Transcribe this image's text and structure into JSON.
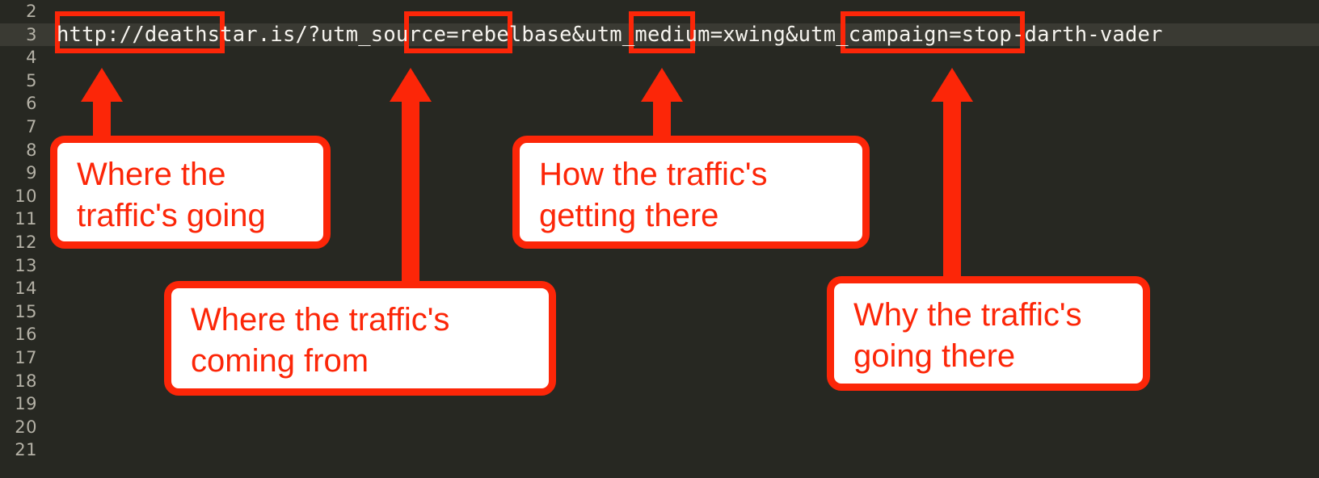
{
  "editor": {
    "theme_background": "#272822",
    "active_line_background": "#3a3a33",
    "accent_color": "#fc2608",
    "text_color": "#f6f4ef",
    "gutter_text_color": "#b4b1a6",
    "line_numbers": [
      "2",
      "3",
      "4",
      "5",
      "6",
      "7",
      "8",
      "9",
      "10",
      "11",
      "12",
      "13",
      "14",
      "15",
      "16",
      "17",
      "18",
      "19",
      "20",
      "21"
    ],
    "active_line_number": "3",
    "code": {
      "full_url": "http://deathstar.is/?utm_source=rebelbase&utm_medium=xwing&utm_campaign=stop-darth-vader",
      "segments": [
        {
          "name": "base-url",
          "text": "http://deathstar.is",
          "highlighted": true
        },
        {
          "name": "query-start",
          "text": "/?utm_source=",
          "highlighted": false
        },
        {
          "name": "utm-source-value",
          "text": "rebelbase",
          "highlighted": true
        },
        {
          "name": "utm-medium-key",
          "text": "&utm_medium=",
          "highlighted": false
        },
        {
          "name": "utm-medium-value",
          "text": "xwing",
          "highlighted": true
        },
        {
          "name": "utm-campaign-key",
          "text": "&utm_campaign=",
          "highlighted": false
        },
        {
          "name": "utm-campaign-value",
          "text": "stop-darth-vader",
          "highlighted": true
        }
      ]
    }
  },
  "annotations": {
    "callouts": [
      {
        "id": "destination",
        "text": "Where the\ntraffic's going"
      },
      {
        "id": "source",
        "text": "Where the traffic's\ncoming from"
      },
      {
        "id": "medium",
        "text": "How the traffic's\ngetting there"
      },
      {
        "id": "campaign",
        "text": "Why the traffic's\ngoing there"
      }
    ]
  }
}
